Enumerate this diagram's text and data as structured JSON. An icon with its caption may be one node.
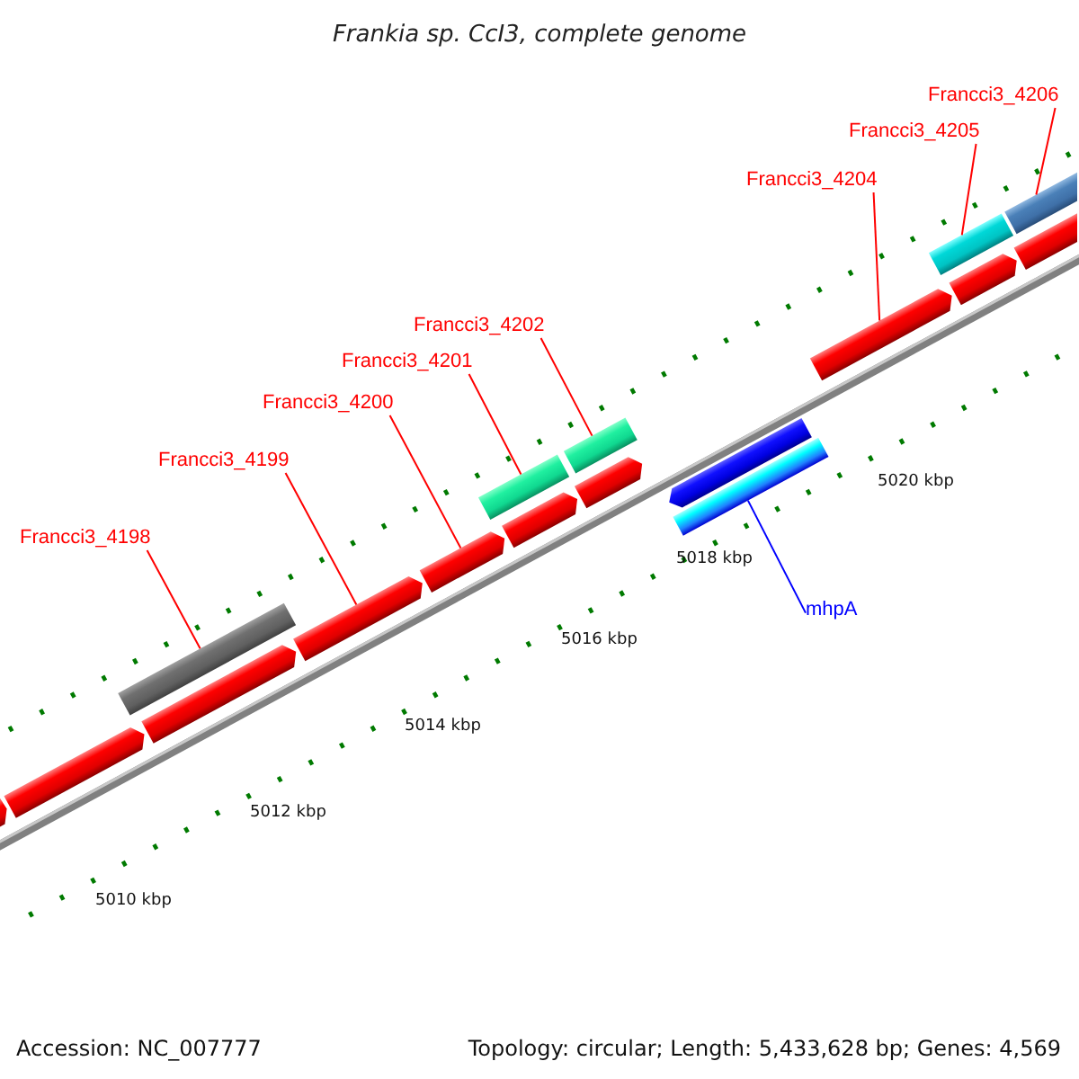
{
  "diagram": {
    "title": "Frankia sp. CcI3, complete genome",
    "nodes": [
      {
        "text": [
          "Francci3_4206"
        ]
      },
      {
        "text": [
          "Francci3_4205"
        ]
      },
      {
        "text": [
          "Francci3_4204"
        ]
      },
      {
        "text": [
          "Francci3_4202"
        ]
      },
      {
        "text": [
          "Francci3_4201"
        ]
      },
      {
        "text": [
          "Francci3_4200"
        ]
      },
      {
        "text": [
          "Francci3_4199"
        ]
      },
      {
        "text": [
          "Francci3_4198"
        ]
      },
      {
        "text": [
          "mhpA"
        ]
      },
      {
        "text": [],
        "shape": "bar"
      },
      {
        "text": [],
        "shape": "bar"
      },
      {
        "text": [],
        "shape": "bar"
      },
      {
        "text": [],
        "shape": "bar"
      },
      {
        "text": [],
        "shape": "bar"
      },
      {
        "text": [],
        "shape": "bar"
      },
      {
        "text": [],
        "shape": "bar"
      },
      {
        "text": [],
        "shape": "bar"
      },
      {
        "text": [],
        "shape": "bar"
      },
      {
        "text": [],
        "shape": "bar"
      },
      {
        "text": [],
        "shape": "bar"
      },
      {
        "text": [],
        "shape": "bar"
      },
      {
        "text": [],
        "shape": "bar"
      },
      {
        "text": [],
        "shape": "bar"
      },
      {
        "text": [],
        "shape": "bar"
      },
      {
        "text": [],
        "shape": "bar"
      },
      {
        "text": [],
        "shape": "bar"
      }
    ],
    "edges": [
      {
        "from": 0,
        "to": 25,
        "arrow": "none"
      },
      {
        "from": 1,
        "to": 22,
        "arrow": "none"
      },
      {
        "from": 2,
        "to": 21,
        "arrow": "none"
      },
      {
        "from": 3,
        "to": 18,
        "arrow": "none"
      },
      {
        "from": 4,
        "to": 15,
        "arrow": "none"
      },
      {
        "from": 5,
        "to": 14,
        "arrow": "none"
      },
      {
        "from": 6,
        "to": 13,
        "arrow": "none"
      },
      {
        "from": 7,
        "to": 11,
        "arrow": "none"
      },
      {
        "from": 8,
        "to": 19,
        "arrow": "none",
        "color": "#0000ff"
      }
    ],
    "labels": [
      "5020 kbp",
      "5018 kbp",
      "5016 kbp",
      "5014 kbp",
      "5012 kbp",
      "5010 kbp",
      "Accession: NC_007777",
      "Topology: circular; Length: 5,433,628 bp; Genes: 4,569"
    ]
  }
}
